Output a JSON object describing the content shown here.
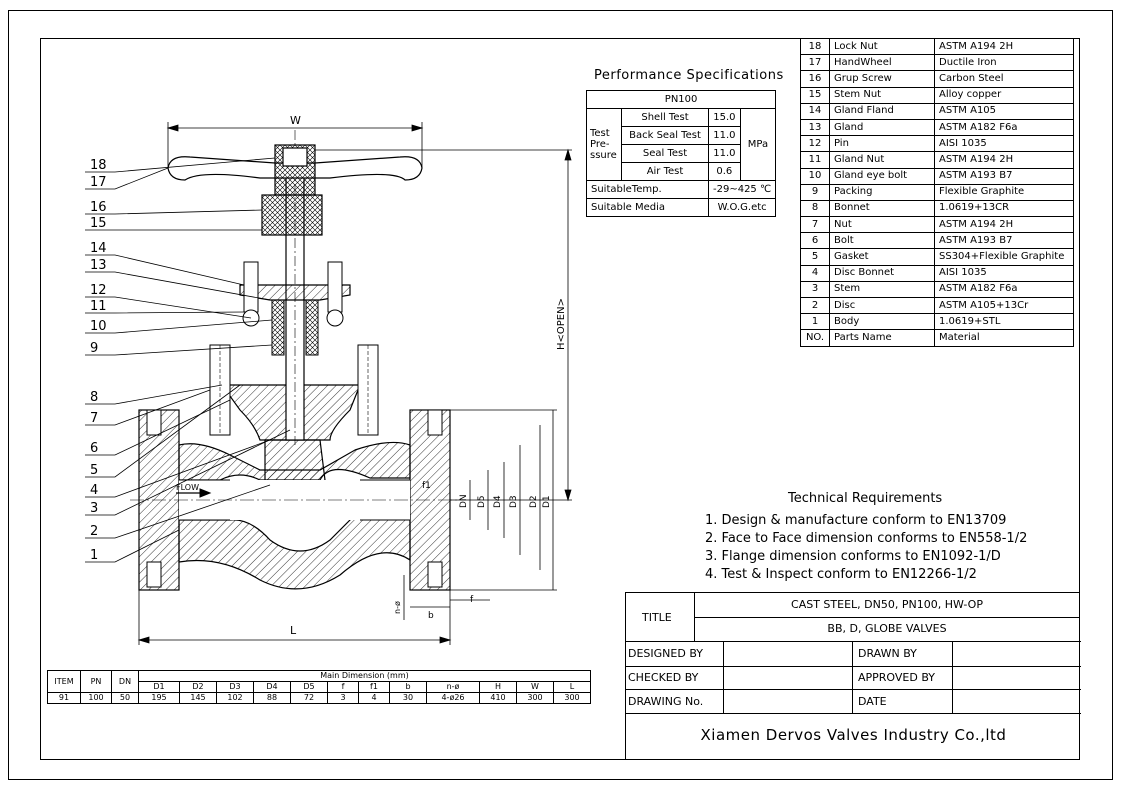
{
  "parts_list": {
    "header": {
      "no": "NO.",
      "name": "Parts Name",
      "material": "Material"
    },
    "rows": [
      {
        "no": "18",
        "name": "Lock Nut",
        "material": "ASTM A194 2H"
      },
      {
        "no": "17",
        "name": "HandWheel",
        "material": "Ductile Iron"
      },
      {
        "no": "16",
        "name": "Grup Screw",
        "material": "Carbon Steel"
      },
      {
        "no": "15",
        "name": "Stem Nut",
        "material": "Alloy copper"
      },
      {
        "no": "14",
        "name": "Gland Fland",
        "material": "ASTM A105"
      },
      {
        "no": "13",
        "name": "Gland",
        "material": "ASTM A182 F6a"
      },
      {
        "no": "12",
        "name": "Pin",
        "material": "AISI 1035"
      },
      {
        "no": "11",
        "name": "Gland Nut",
        "material": "ASTM A194 2H"
      },
      {
        "no": "10",
        "name": "Gland eye bolt",
        "material": "ASTM A193 B7"
      },
      {
        "no": "9",
        "name": "Packing",
        "material": "Flexible Graphite"
      },
      {
        "no": "8",
        "name": "Bonnet",
        "material": "1.0619+13CR"
      },
      {
        "no": "7",
        "name": "Nut",
        "material": "ASTM A194 2H"
      },
      {
        "no": "6",
        "name": "Bolt",
        "material": "ASTM A193 B7"
      },
      {
        "no": "5",
        "name": "Gasket",
        "material": "SS304+Flexible Graphite"
      },
      {
        "no": "4",
        "name": "Disc Bonnet",
        "material": "AISI 1035"
      },
      {
        "no": "3",
        "name": "Stem",
        "material": "ASTM A182 F6a"
      },
      {
        "no": "2",
        "name": "Disc",
        "material": "ASTM A105+13Cr"
      },
      {
        "no": "1",
        "name": "Body",
        "material": "1.0619+STL"
      }
    ]
  },
  "performance": {
    "title": "Performance Specifications",
    "pn": "PN100",
    "test_label": "Test Pre- ssure",
    "tests": [
      {
        "name": "Shell Test",
        "value": "15.0"
      },
      {
        "name": "Back Seal Test",
        "value": "11.0"
      },
      {
        "name": "Seal Test",
        "value": "11.0"
      },
      {
        "name": "Air Test",
        "value": "0.6"
      }
    ],
    "unit": "MPa",
    "temp_label": "SuitableTemp.",
    "temp_value": "-29~425 ℃",
    "media_label": "Suitable Media",
    "media_value": "W.O.G.etc"
  },
  "technical": {
    "title": "Technical Requirements",
    "items": [
      "1. Design & manufacture conform to EN13709",
      "2. Face to Face dimension conforms to EN558-1/2",
      "3. Flange dimension conforms to EN1092-1/D",
      "4. Test & Inspect conform to EN12266-1/2"
    ]
  },
  "title_block": {
    "title_label": "TITLE",
    "title_line1": "CAST STEEL, DN50, PN100, HW-OP",
    "title_line2": "BB, D, GLOBE VALVES",
    "designed_by": "DESIGNED BY",
    "checked_by": "CHECKED  BY",
    "drawing_no": "DRAWING No.",
    "drawn_by": "DRAWN BY",
    "approved_by": "APPROVED BY",
    "date": "DATE",
    "company": "Xiamen Dervos Valves Industry Co.,ltd"
  },
  "dimensions": {
    "group_label": "Main Dimension (mm)",
    "headers": [
      "ITEM",
      "PN",
      "DN",
      "D1",
      "D2",
      "D3",
      "D4",
      "D5",
      "f",
      "f1",
      "b",
      "n-ø",
      "H",
      "W",
      "L"
    ],
    "row": [
      "91",
      "100",
      "50",
      "195",
      "145",
      "102",
      "88",
      "72",
      "3",
      "4",
      "30",
      "4-ø26",
      "410",
      "300",
      "300"
    ]
  },
  "drawing": {
    "callouts": [
      "18",
      "17",
      "16",
      "15",
      "14",
      "13",
      "12",
      "11",
      "10",
      "9",
      "8",
      "7",
      "6",
      "5",
      "4",
      "3",
      "2",
      "1"
    ],
    "flow_label": "FLOW",
    "dim_w": "W",
    "dim_l": "L",
    "dim_h": "H<OPEN>",
    "dim_dn": "DN",
    "dim_d5": "D5",
    "dim_d4": "D4",
    "dim_d3": "D3",
    "dim_d2": "D2",
    "dim_d1": "D1",
    "dim_f1": "f1",
    "dim_f": "f",
    "dim_b": "b",
    "dim_n": "n-ø"
  }
}
